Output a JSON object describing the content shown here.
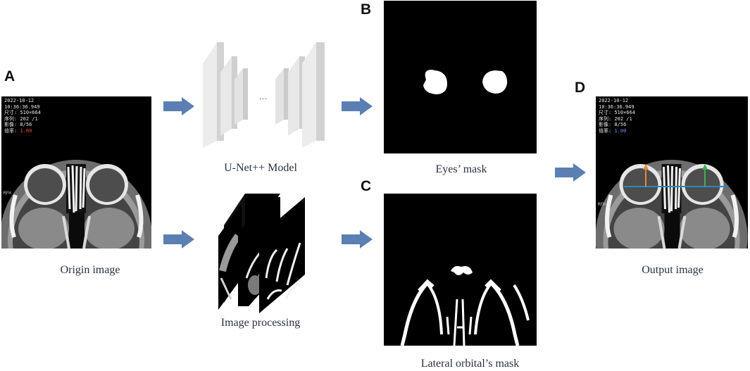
{
  "panels": {
    "a": "A",
    "b": "B",
    "c": "C",
    "d": "D"
  },
  "captions": {
    "origin": "Origin image",
    "unet": "U-Net++ Model",
    "processing": "Image processing",
    "eyes_mask": "Eyes’ mask",
    "lateral_mask": "Lateral orbital’s mask",
    "output": "Output image"
  },
  "unet_dots": "...",
  "ct_overlay": {
    "date": "2022-10-12",
    "time": "10:36:36.949",
    "size": "尺寸: 510×664",
    "series": "序列: 202 /1",
    "image": "影像: 8/56",
    "zoom_label": "倍率:",
    "zoom_value": "1.00",
    "side_label": "RFH"
  },
  "colors": {
    "arrow": "#5b7fb3",
    "measure_orange": "#e08a3c",
    "measure_green": "#3fae5a",
    "measure_teal": "#2e86c1"
  }
}
